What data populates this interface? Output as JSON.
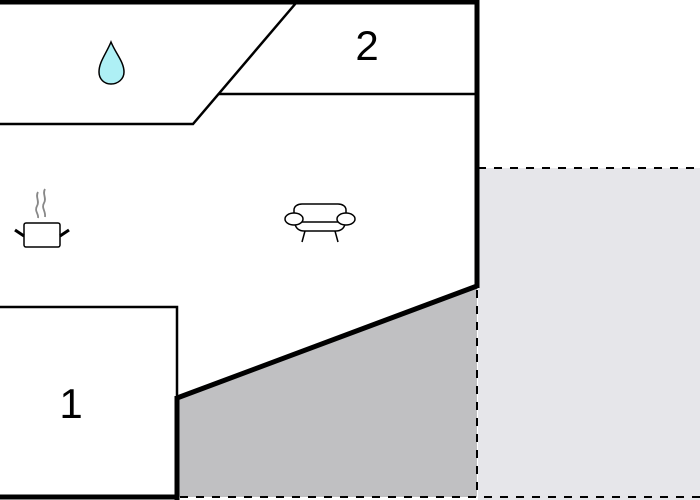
{
  "floorplan": {
    "rooms": [
      {
        "id": "room-1",
        "label": "1"
      },
      {
        "id": "room-2",
        "label": "2"
      }
    ],
    "icons": {
      "bathroom": "water-drop-icon",
      "kitchen": "cooking-pot-icon",
      "living": "sofa-icon"
    },
    "colors": {
      "wall": "#000000",
      "terrace": "#c0c0c2",
      "exterior": "#e6e6ea",
      "water_drop": "#aef0f5",
      "steam": "#888888",
      "background": "#ffffff"
    }
  }
}
